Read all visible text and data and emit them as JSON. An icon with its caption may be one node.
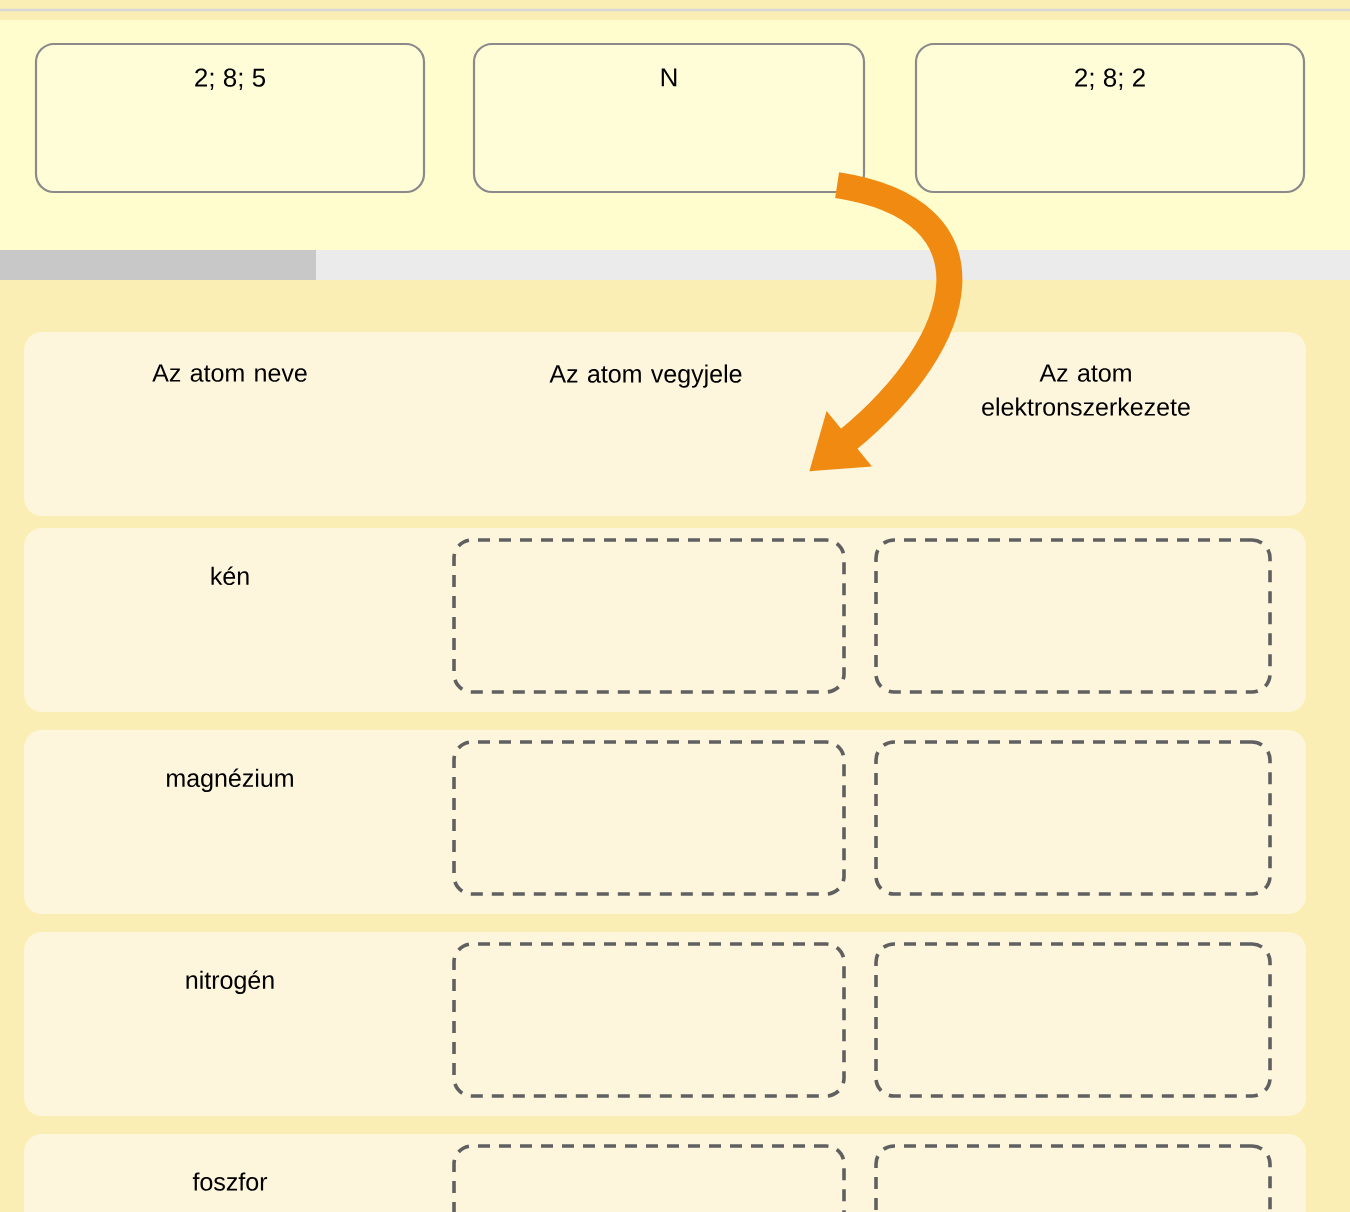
{
  "diagram": {
    "nodes": [
      {
        "text": [
          "2; 8; 5"
        ]
      },
      {
        "text": [
          "N"
        ]
      },
      {
        "text": [
          "2; 8; 2"
        ]
      },
      {
        "text": [
          "Az atom neve",
          "Az atom vegyjele",
          "Az atom elektronszerkezete"
        ]
      },
      {
        "text": [
          "kén"
        ]
      },
      {
        "text": [],
        "shape": "box",
        "in": 4
      },
      {
        "text": [],
        "shape": "box",
        "in": 4
      },
      {
        "text": [
          "magnézium"
        ]
      },
      {
        "text": [],
        "shape": "box",
        "in": 7
      },
      {
        "text": [],
        "shape": "box",
        "in": 7
      },
      {
        "text": [
          "nitrogén"
        ]
      },
      {
        "text": [],
        "shape": "box",
        "in": 10
      },
      {
        "text": [],
        "shape": "box",
        "in": 10
      },
      {
        "text": [
          "foszfor"
        ]
      },
      {
        "text": [],
        "shape": "box",
        "in": 13
      },
      {
        "text": [],
        "shape": "box",
        "in": 13
      }
    ],
    "edges": [
      {
        "from": 1,
        "to": 3,
        "arrow": "to"
      }
    ]
  }
}
